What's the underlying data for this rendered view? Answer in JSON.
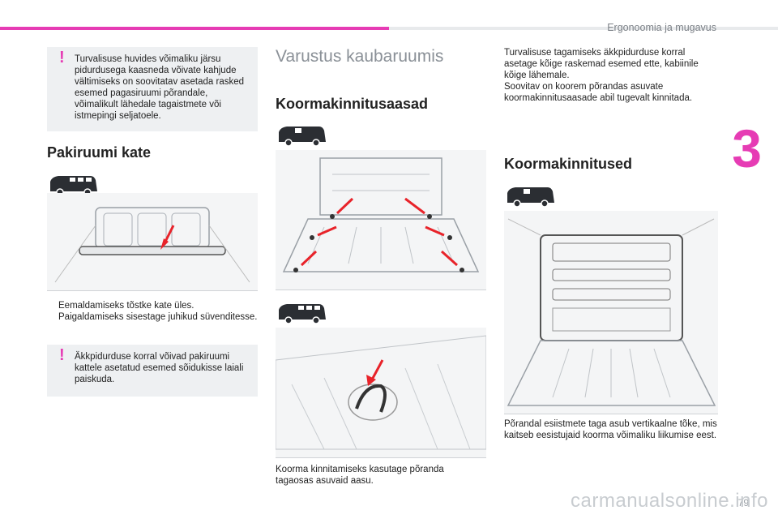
{
  "header": {
    "title": "Ergonoomia ja mugavus"
  },
  "chapter": {
    "number": "3"
  },
  "page": {
    "number": "79"
  },
  "watermark": {
    "text": "carmanualsonline.info"
  },
  "left": {
    "warning_1": {
      "mark": "!",
      "text": "Turvalisuse huvides võimaliku järsu pidurdusega kaasneda võivate kahjude vältimiseks on soovitatav asetada rasked esemed pagasiruumi põrandale, võimalikult lähedale tagaistmete või istmepingi seljatoele."
    },
    "section_title": "Pakiruumi kate",
    "bullets": [
      {
        "mark": "",
        "text": "Eemaldamiseks tõstke kate üles."
      },
      {
        "mark": "",
        "text": "Paigaldamiseks sisestage juhikud süvenditesse."
      }
    ],
    "warning_2": {
      "mark": "!",
      "text": "Äkkpidurduse korral võivad pakiruumi kattele asetatud esemed sõidukisse laiali paiskuda."
    }
  },
  "middle": {
    "main_title": "Varustus kaubaruumis",
    "section_title": "Koormakinnitusaasad",
    "caption": "Koorma kinnitamiseks kasutage põranda tagaosas asuvaid aasu."
  },
  "right": {
    "intro": "Turvalisuse tagamiseks äkkpidurduse korral asetage kõige raskemad esemed ette, kabiinile kõige lähemale.",
    "intro_2": "Soovitav on koorem põrandas asuvate koormakinnitusaasade abil tugevalt kinnitada.",
    "section_title": "Koormakinnitused",
    "caption": "Põrandal esiistmete taga asub vertikaalne tõke, mis kaitseb eesistujaid koorma võimaliku liikumise eest."
  },
  "colors": {
    "accent": "#e63cb4",
    "arrow": "#e8232a"
  }
}
